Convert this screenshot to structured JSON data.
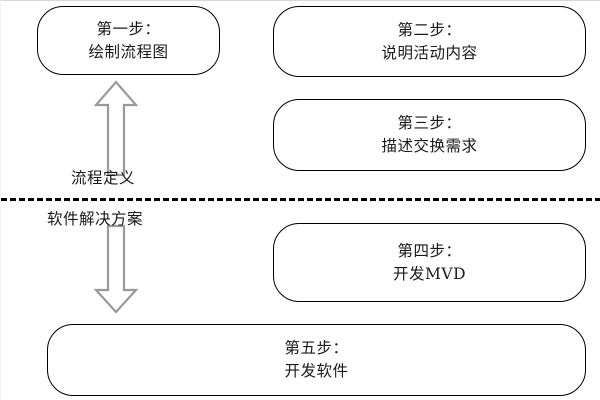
{
  "diagram": {
    "title_visible": false,
    "background_color": "#ffffff",
    "box_border_color": "#000000",
    "arrow_outline_color": "#9a9a9a",
    "divider_color": "#000000",
    "steps": [
      {
        "id": "step1",
        "heading": "第一步：",
        "body": "绘制流程图",
        "column": "left",
        "section": "process-definition"
      },
      {
        "id": "step2",
        "heading": "第二步：",
        "body": "说明活动内容",
        "column": "right",
        "section": "process-definition"
      },
      {
        "id": "step3",
        "heading": "第三步：",
        "body": "描述交换需求",
        "column": "right",
        "section": "process-definition"
      },
      {
        "id": "step4",
        "heading": "第四步：",
        "body": "开发MVD",
        "column": "right",
        "section": "software-solution"
      },
      {
        "id": "step5",
        "heading": "第五步：",
        "body": "开发软件",
        "column": "full",
        "section": "software-solution"
      }
    ],
    "sections": {
      "process_definition_label": "流程定义",
      "software_solution_label": "软件解决方案"
    },
    "arrows": [
      {
        "id": "arrow-up",
        "direction": "up",
        "style": "hollow-block"
      },
      {
        "id": "arrow-down",
        "direction": "down",
        "style": "hollow-block"
      }
    ]
  }
}
